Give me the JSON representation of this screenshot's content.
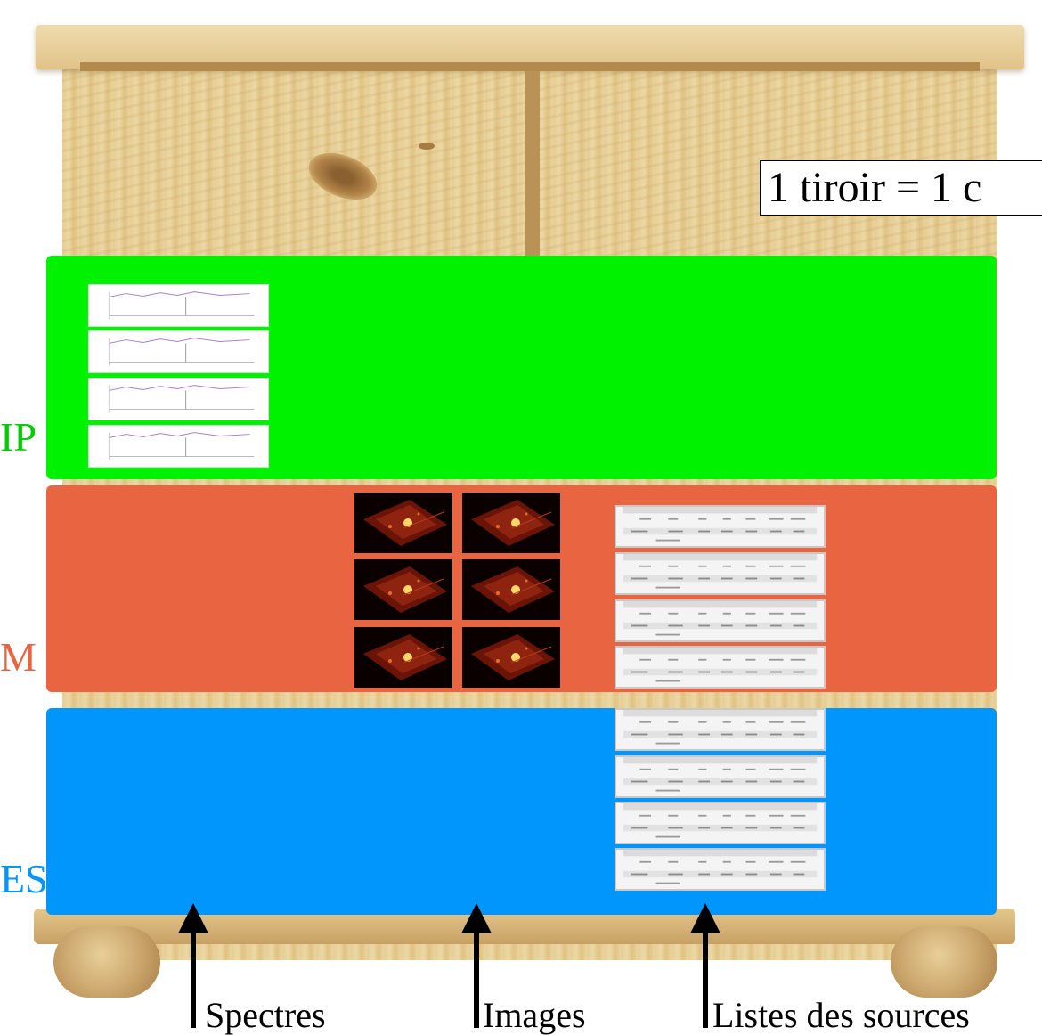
{
  "caption": "1 tiroir = 1 c",
  "shelves": [
    {
      "label": "IP",
      "color": "#00f200"
    },
    {
      "label": "M",
      "color": "#e96541"
    },
    {
      "label": "ES",
      "color": "#0096fb"
    }
  ],
  "arrows": [
    {
      "label": "Spectres"
    },
    {
      "label": "Images"
    },
    {
      "label": "Listes des sources"
    }
  ]
}
